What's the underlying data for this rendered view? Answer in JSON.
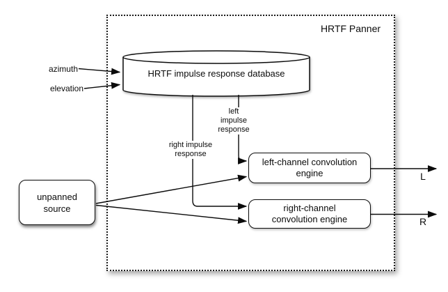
{
  "diagram": {
    "title": "HRTF Panner",
    "database": {
      "label": "HRTF impulse response database"
    },
    "inputs": {
      "azimuth": "azimuth",
      "elevation": "elevation"
    },
    "signal_labels": {
      "left_impulse": {
        "lines": [
          "left",
          "impulse",
          "response"
        ]
      },
      "right_impulse": {
        "lines": [
          "right impulse",
          "response"
        ]
      }
    },
    "nodes": {
      "unpanned_source": {
        "lines": [
          "unpanned",
          "source"
        ]
      },
      "left_engine": {
        "lines": [
          "left-channel convolution",
          "engine"
        ]
      },
      "right_engine": {
        "lines": [
          "right-channel",
          "convolution engine"
        ]
      }
    },
    "outputs": {
      "left": "L",
      "right": "R"
    },
    "colors": {
      "stroke": "#0b0b0b",
      "background": "#ffffff"
    }
  }
}
